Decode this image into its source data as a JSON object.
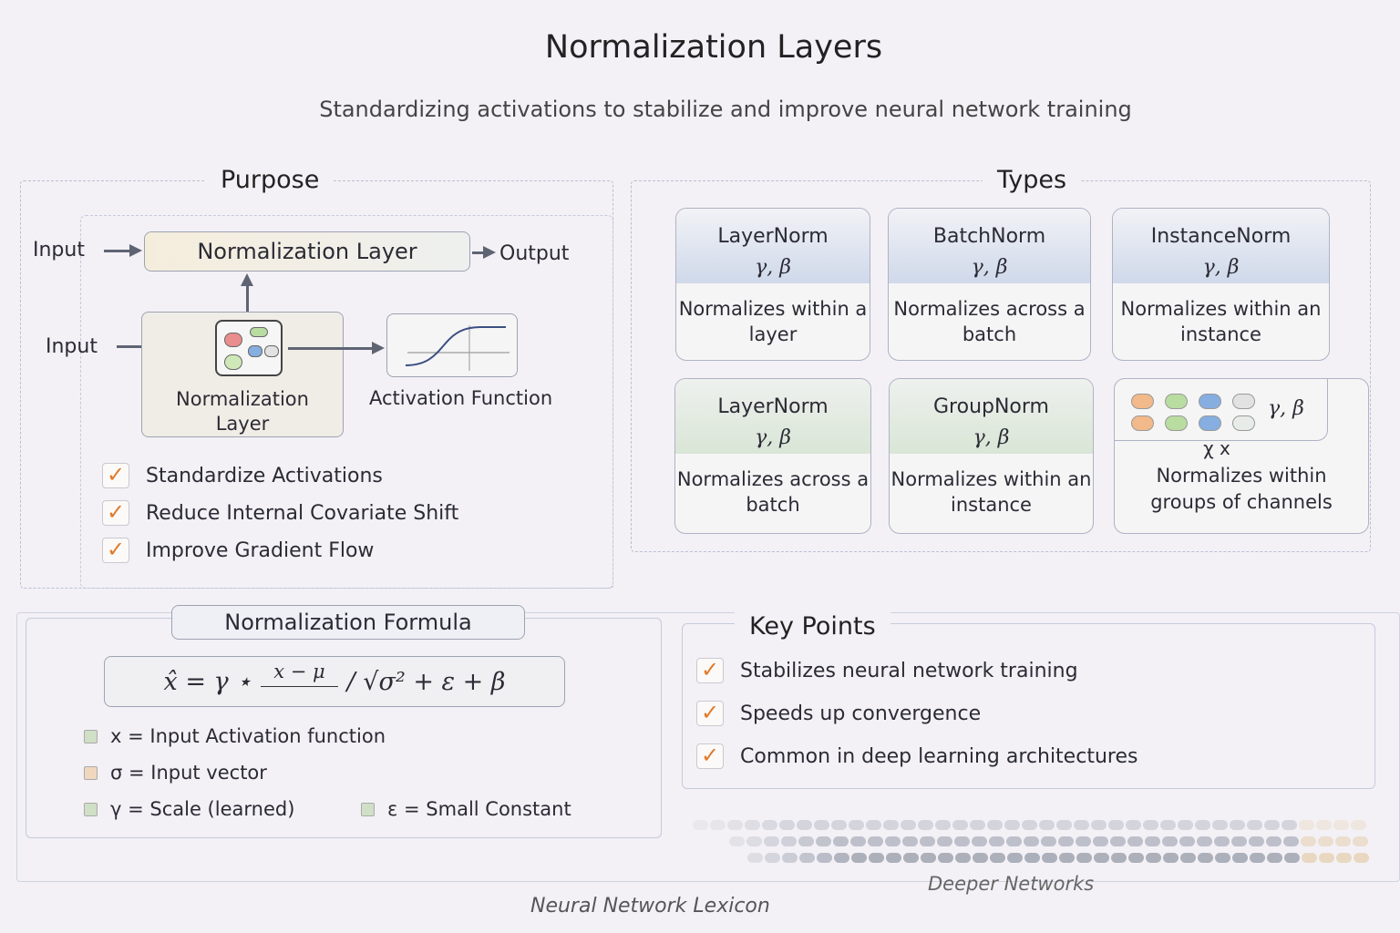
{
  "header": {
    "title": "Normalization Layers",
    "subtitle": "Standardizing  activations to stabilize and improve neural network training"
  },
  "purpose": {
    "title": "Purpose",
    "input1": "Input",
    "layer_box": "Normalization Layer",
    "output": "Output",
    "input2": "Input",
    "node_label": "Normalization Layer",
    "activation_label": "Activation Function",
    "checks": [
      "Standardize Activations",
      "Reduce Internal Covariate Shift",
      "Improve Gradient Flow"
    ]
  },
  "types": {
    "title": "Types",
    "params": "γ, β",
    "cards": [
      {
        "name": "LayerNorm",
        "desc": "Normalizes within a layer"
      },
      {
        "name": "BatchNorm",
        "desc": "Normalizes across a batch"
      },
      {
        "name": "InstanceNorm",
        "desc": "Normalizes within an instance"
      },
      {
        "name": "LayerNorm",
        "desc": "Normalizes across a batch"
      },
      {
        "name": "GroupNorm",
        "desc": "Normalizes within an instance"
      },
      {
        "name": "",
        "desc": "Normalizes within groups of channels",
        "mark": "χ x"
      }
    ]
  },
  "formula": {
    "title": "Normalization Formula",
    "lhs": "x̂ = γ ⋆",
    "numerator": "x − μ",
    "rest": "/ √σ² + ε + β",
    "legend": [
      {
        "text": "x = Input Activation function",
        "color": "#cfe0c6"
      },
      {
        "text": "σ = Input vector",
        "color": "#f0d8bf"
      },
      {
        "text": "γ = Scale (learned)",
        "color": "#cfe0c6"
      },
      {
        "text": "ε = Small Constant",
        "color": "#cfe0c6"
      }
    ]
  },
  "key_points": {
    "title": "Key Points",
    "items": [
      "Stabilizes neural network training",
      "Speeds up convergence",
      "Common in deep learning architectures"
    ]
  },
  "footer": {
    "deeper": "Deeper Networks",
    "lexicon": "Neural Network Lexicon"
  },
  "colors": {
    "check": "#e27a2a",
    "orange": "#f2b98a",
    "green": "#b9dca0",
    "blue": "#86aee0",
    "gray": "#e2e2e2"
  }
}
